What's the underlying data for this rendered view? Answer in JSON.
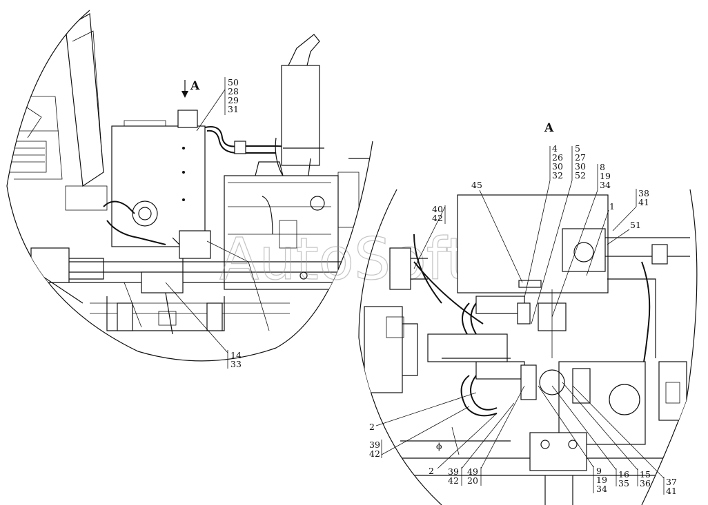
{
  "view_letter": "A",
  "view_title": "A",
  "watermark": "AutoSoft",
  "left_callouts": {
    "top_stack": [
      "50",
      "28",
      "29",
      "31"
    ],
    "bottom_stack": [
      "14",
      "33"
    ]
  },
  "right_callouts": {
    "c4": [
      "4",
      "26",
      "30",
      "32"
    ],
    "c5": [
      "5",
      "27",
      "30",
      "52"
    ],
    "c8": [
      "8",
      "19",
      "34"
    ],
    "c38": [
      "38",
      "41"
    ],
    "c45": "45",
    "c1": "1",
    "c51": "51",
    "c40": [
      "40",
      "42"
    ],
    "c2a": "2",
    "c39a": [
      "39",
      "42"
    ],
    "c2b": "2",
    "c39b": [
      "39",
      "42"
    ],
    "c49": [
      "49",
      "20"
    ],
    "c9": [
      "9",
      "19",
      "34"
    ],
    "c16": [
      "16",
      "35"
    ],
    "c15": [
      "15",
      "36"
    ],
    "c37": [
      "37",
      "41"
    ]
  },
  "phi_symbol": "ϕ"
}
